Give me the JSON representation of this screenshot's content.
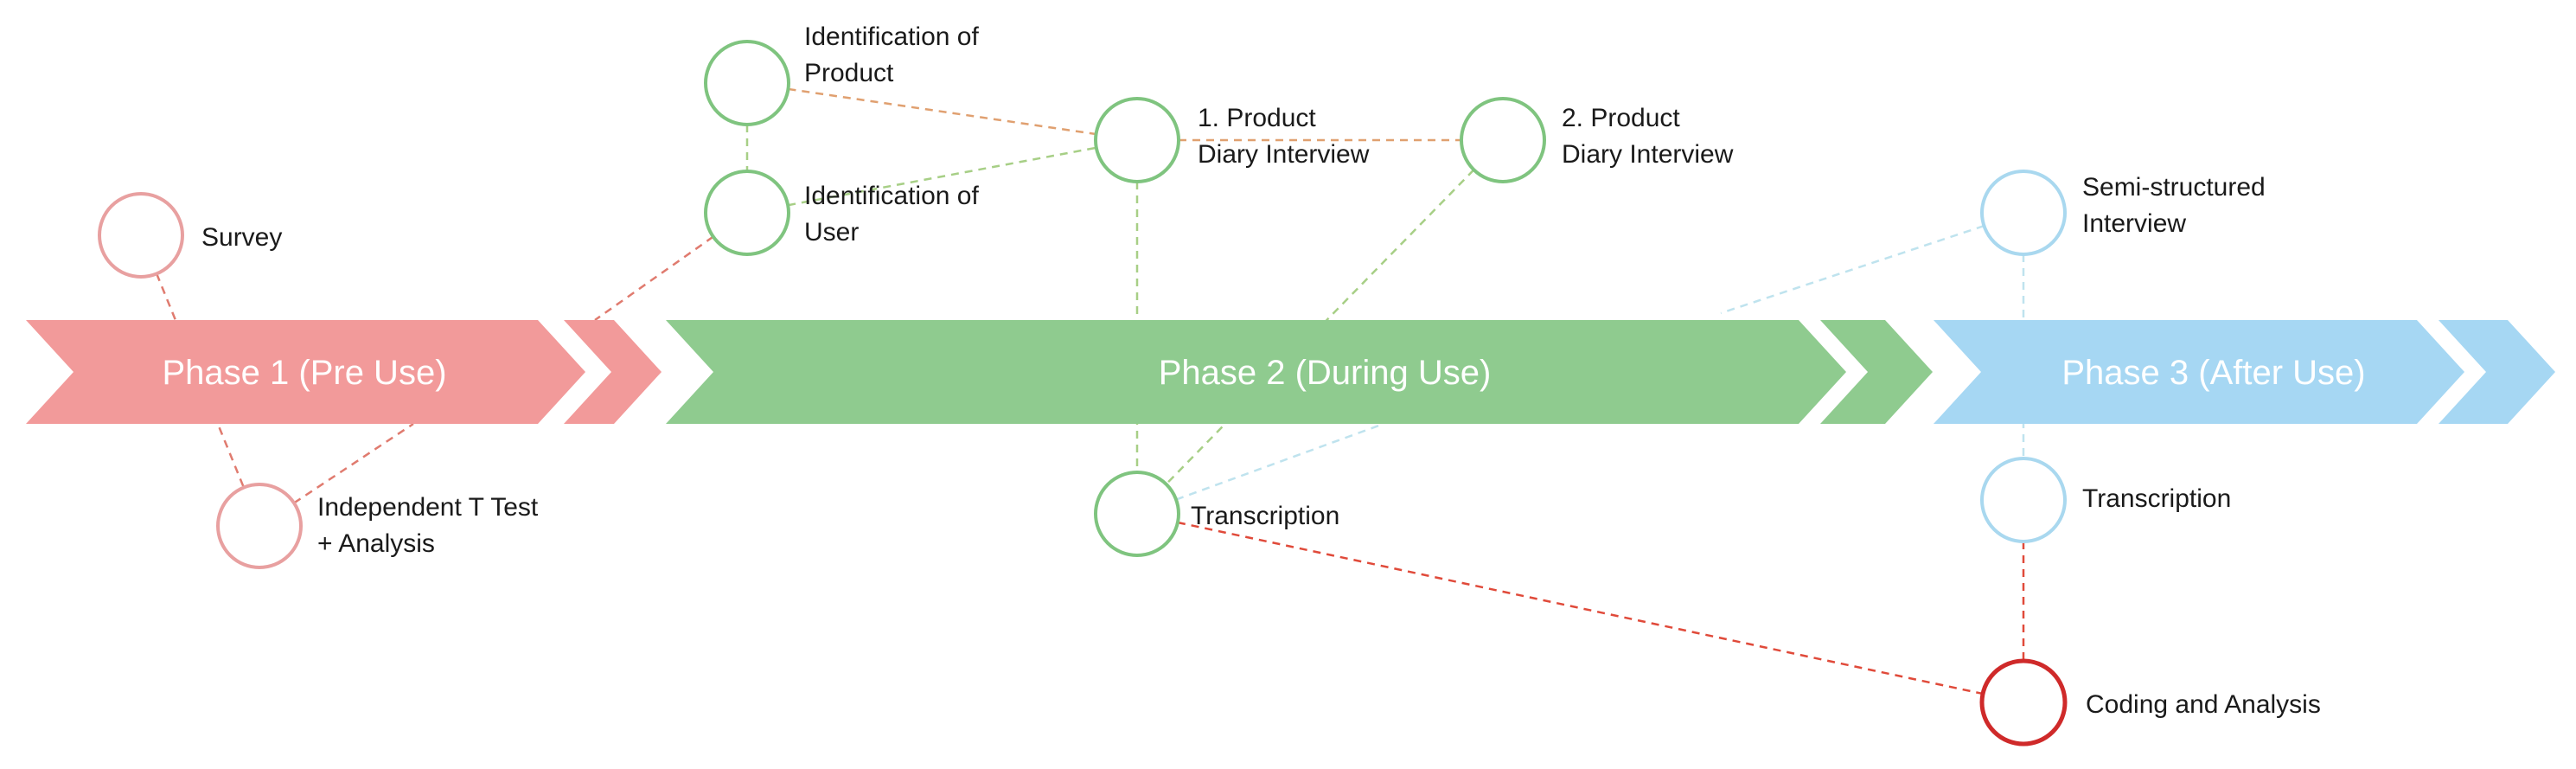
{
  "colors": {
    "phase1": "#f29a9a",
    "phase2": "#8fcb8f",
    "phase3": "#a6d7f3",
    "node_red": "#e8a0a0",
    "node_green": "#7fc47f",
    "node_blue": "#a9d8ef",
    "node_dark_red": "#cf2a2a",
    "line_red": "#e07b6f",
    "line_green": "#a7cf86",
    "line_blue": "#bfe3ee"
  },
  "phases": [
    {
      "id": "phase1",
      "label": "Phase 1 (Pre Use)",
      "color": "#f29a9a"
    },
    {
      "id": "phase2",
      "label": "Phase 2 (During Use)",
      "color": "#8fcb8f"
    },
    {
      "id": "phase3",
      "label": "Phase 3 (After Use)",
      "color": "#a6d7f3"
    }
  ],
  "nodes": [
    {
      "id": "survey",
      "lines": [
        "Survey"
      ],
      "color": "#e8a0a0"
    },
    {
      "id": "t-test",
      "lines": [
        "Independent T Test",
        "+ Analysis"
      ],
      "color": "#e8a0a0"
    },
    {
      "id": "id-product",
      "lines": [
        "Identification of",
        "Product"
      ],
      "color": "#7fc47f"
    },
    {
      "id": "id-user",
      "lines": [
        "Identification of",
        "User"
      ],
      "color": "#7fc47f"
    },
    {
      "id": "diary-1",
      "lines": [
        "1. Product",
        "Diary Interview"
      ],
      "color": "#7fc47f"
    },
    {
      "id": "diary-2",
      "lines": [
        "2. Product",
        "Diary Interview"
      ],
      "color": "#7fc47f"
    },
    {
      "id": "transcription-2",
      "lines": [
        "Transcription"
      ],
      "color": "#7fc47f"
    },
    {
      "id": "semi-structured",
      "lines": [
        "Semi-structured",
        "Interview"
      ],
      "color": "#a9d8ef"
    },
    {
      "id": "transcription-3",
      "lines": [
        "Transcription"
      ],
      "color": "#a9d8ef"
    },
    {
      "id": "coding",
      "lines": [
        "Coding and Analysis"
      ],
      "color": "#cf2a2a"
    }
  ],
  "edges": [
    {
      "from": "survey",
      "to": "t-test",
      "color": "#e07b6f"
    },
    {
      "from": "id-user",
      "to": "phase1",
      "color": "#e07b6f"
    },
    {
      "from": "t-test",
      "to": "phase1",
      "color": "#e07b6f"
    },
    {
      "from": "id-product",
      "to": "id-user",
      "color": "#a7cf86"
    },
    {
      "from": "id-product",
      "to": "diary-1",
      "color": "#e0a070"
    },
    {
      "from": "id-user",
      "to": "diary-1",
      "color": "#a7cf86"
    },
    {
      "from": "diary-1",
      "to": "diary-2",
      "color": "#e0a070"
    },
    {
      "from": "diary-1",
      "to": "transcription-2",
      "color": "#a7cf86"
    },
    {
      "from": "diary-2",
      "to": "transcription-2",
      "color": "#a7cf86"
    },
    {
      "from": "semi-structured",
      "to": "phase2",
      "color": "#bfe3ee"
    },
    {
      "from": "transcription-2",
      "to": "phase2-right",
      "color": "#bfe3ee"
    },
    {
      "from": "semi-structured",
      "to": "transcription-3",
      "color": "#bfe3ee"
    },
    {
      "from": "transcription-3",
      "to": "coding",
      "color": "#e04a3a"
    },
    {
      "from": "transcription-2",
      "to": "coding",
      "color": "#e04a3a"
    }
  ]
}
